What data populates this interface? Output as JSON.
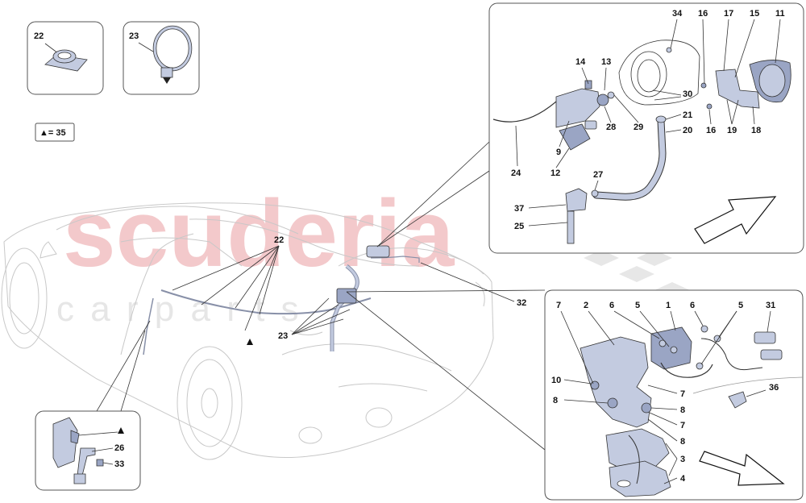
{
  "watermark": {
    "main": "scuderia",
    "sub": "c a r   p a r t s",
    "color": "#f3c9cb"
  },
  "legend": {
    "text": "▲= 35"
  },
  "callouts": {
    "inset_22": "22",
    "inset_23": "23",
    "car_22": "22",
    "car_23": "23",
    "car_32": "32",
    "p34": "34",
    "p16a": "16",
    "p17": "17",
    "p15": "15",
    "p11": "11",
    "p14": "14",
    "p13": "13",
    "p30": "30",
    "p28": "28",
    "p29": "29",
    "p21": "21",
    "p20": "20",
    "p16b": "16",
    "p19": "19",
    "p18": "18",
    "p9": "9",
    "p12": "12",
    "p24": "24",
    "p27": "27",
    "p37": "37",
    "p25": "25",
    "l7a": "7",
    "l2": "2",
    "l6a": "6",
    "l5a": "5",
    "l1": "1",
    "l6b": "6",
    "l5b": "5",
    "l31": "31",
    "l10": "10",
    "l8a": "8",
    "l7b": "7",
    "l8b": "8",
    "l7c": "7",
    "l8c": "8",
    "l36": "36",
    "l3": "3",
    "l4": "4",
    "s26": "26",
    "s33": "33"
  },
  "colors": {
    "part_fill": "#c3cbe0",
    "part_dark": "#9aa5c4",
    "outline": "#333333",
    "car_outline": "#c8c8c8"
  }
}
